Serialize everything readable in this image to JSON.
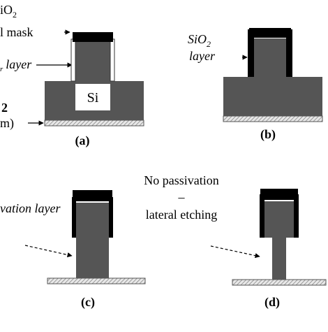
{
  "colors": {
    "body": "#555555",
    "mask": "#000000",
    "substrate_hatch": "#9a9a9a",
    "background": "#ffffff"
  },
  "panel_a": {
    "label": "(a)",
    "top_text_1": "iO",
    "top_text_1_sub": "2",
    "top_text_2": "l mask",
    "layer_text": "layer",
    "layer_prefix": "r",
    "si_label": "Si",
    "bottom_text_1": "2",
    "bottom_text_2": "m)"
  },
  "panel_b": {
    "label": "(b)",
    "sio2_text": "SiO",
    "sio2_sub": "2",
    "layer_text": "layer"
  },
  "panel_c": {
    "label": "(c)",
    "layer_text": "vation layer"
  },
  "panel_d": {
    "label": "(d)",
    "note_1": "No passivation",
    "note_2": "–",
    "note_3": "lateral etching"
  }
}
